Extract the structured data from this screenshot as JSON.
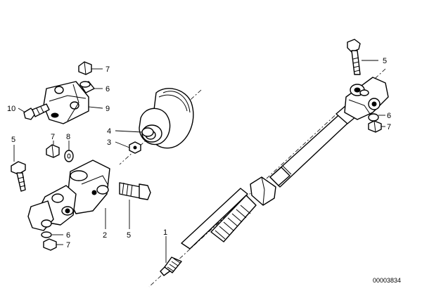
{
  "diagram": {
    "callouts": {
      "c7_top": "7",
      "c6_top": "6",
      "c9": "9",
      "c10": "10",
      "c4": "4",
      "c3": "3",
      "c7_mid": "7",
      "c8": "8",
      "c5_left": "5",
      "c6_left": "6",
      "c7_left": "7",
      "c2": "2",
      "c5_mid": "5",
      "c1": "1",
      "c5_right": "5",
      "c6_right": "6",
      "c7_right": "7"
    },
    "catalog_number": "00003834"
  }
}
